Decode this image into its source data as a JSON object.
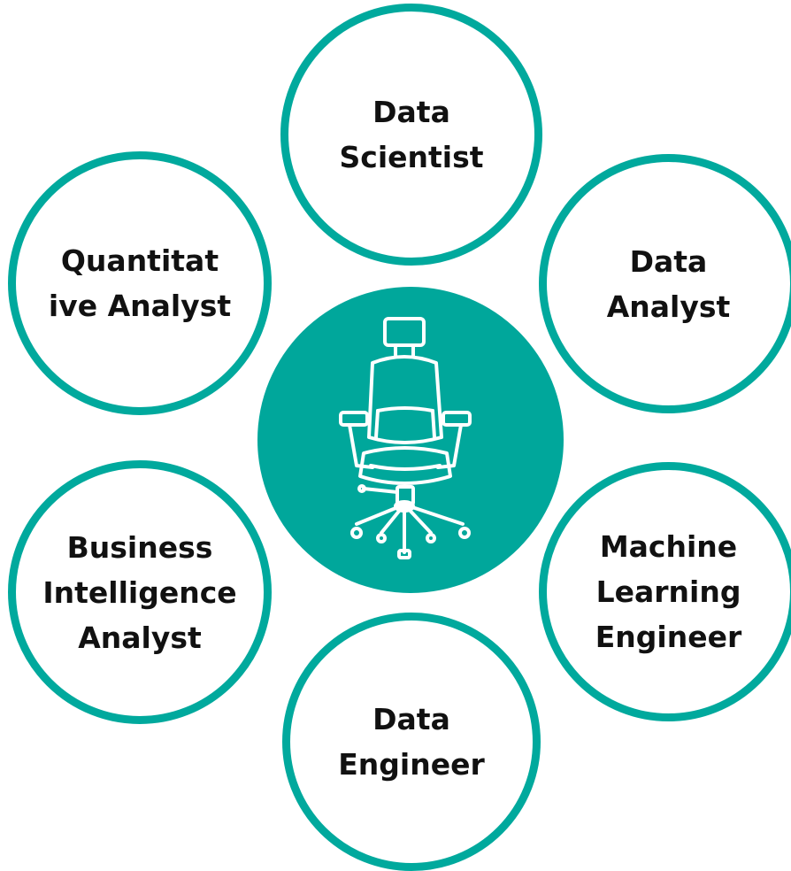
{
  "diagram": {
    "accent_color": "#00a99d",
    "center": {
      "icon": "office-chair-icon"
    },
    "roles": [
      {
        "id": "top",
        "label": "Data\nScientist"
      },
      {
        "id": "top-right",
        "label": "Data\nAnalyst"
      },
      {
        "id": "bottom-right",
        "label": "Machine\nLearning\nEngineer"
      },
      {
        "id": "bottom",
        "label": "Data\nEngineer"
      },
      {
        "id": "bottom-left",
        "label": "Business\nIntelligence\nAnalyst"
      },
      {
        "id": "top-left",
        "label": "Quantitat\nive Analyst"
      }
    ]
  }
}
